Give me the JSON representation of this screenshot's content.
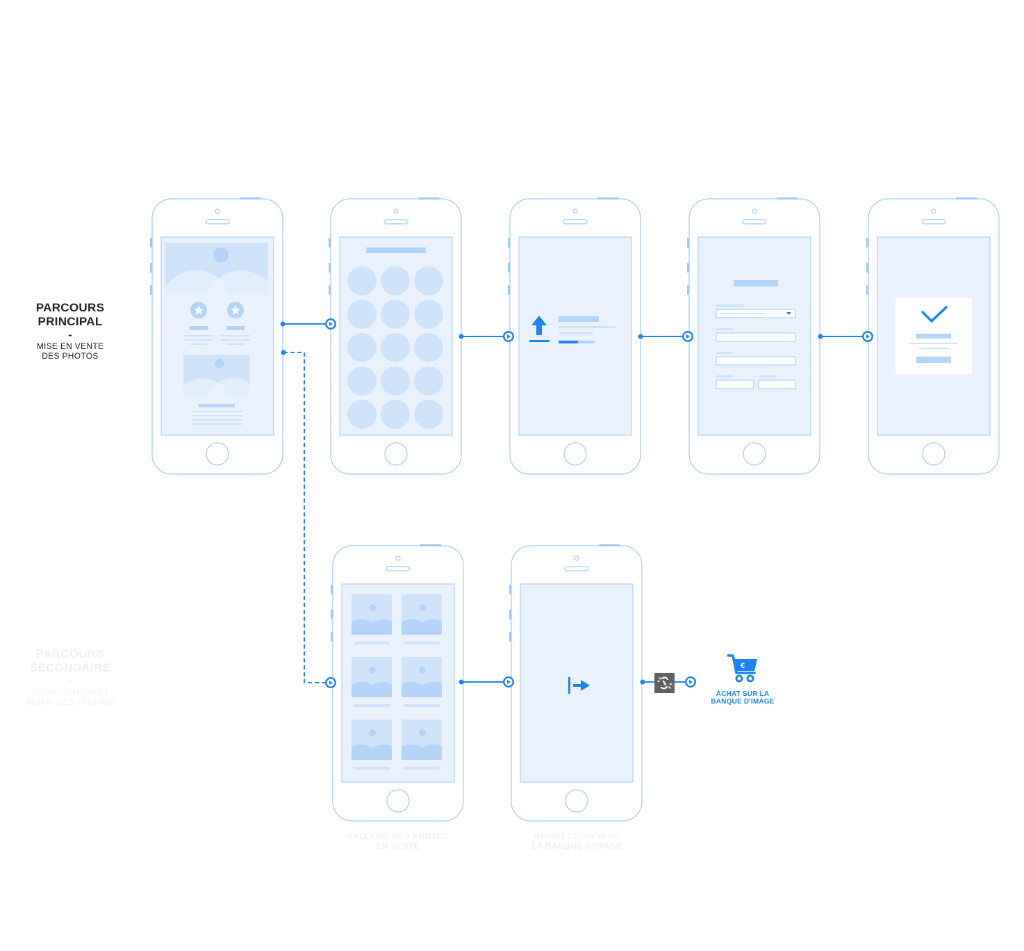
{
  "primary_path": {
    "title_line1": "PARCOURS",
    "title_line2": "PRINCIPAL",
    "dash": "-",
    "sub_line1": "MISE EN VENTE",
    "sub_line2": "DES PHOTOS"
  },
  "secondary_path": {
    "title_line1": "PARCOURS",
    "title_line2": "SECONDAIRE",
    "dash": "-",
    "sub_line1": "VISUALISATION ET",
    "sub_line2": "ACHAT DES PHOTOS"
  },
  "screens": {
    "gallery_caption_line1": "GALLERIE DES PHOTOS",
    "gallery_caption_line2": "EN VENTE",
    "redirect_caption_line1": "REDIRECTION VERS",
    "redirect_caption_line2": "LA BANQUE D'IMAGE"
  },
  "purchase": {
    "label_line1": "ACHAT SUR LA",
    "label_line2": "BANQUE D'IMAGE",
    "currency_symbol": "€"
  },
  "icons": {
    "cart": "shopping-cart-icon",
    "broken_link": "broken-link-icon",
    "upload": "upload-icon",
    "check": "check-icon",
    "redirect": "redirect-icon",
    "star": "star-icon"
  },
  "colors": {
    "accent": "#1a84f5",
    "phone_outline": "#9ccaf7",
    "screen_fill": "#eaf3fd",
    "placeholder": "#cfe3fb",
    "placeholder_dark": "#b3d4f8",
    "faded_text": "#eef0f3"
  }
}
